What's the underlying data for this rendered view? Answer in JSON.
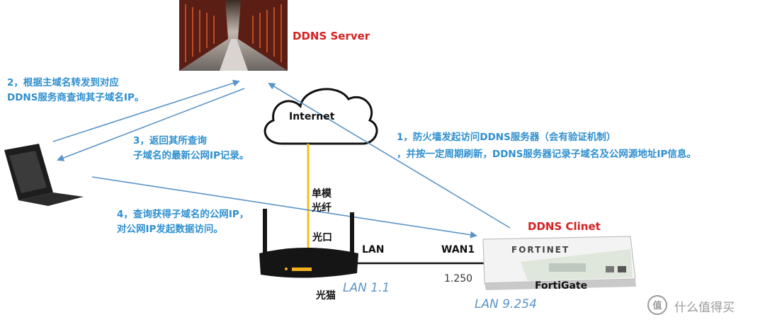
{
  "server": {
    "title": "DDNS Server"
  },
  "cloud": {
    "label": "Internet"
  },
  "client": {
    "title": "DDNS Clinet",
    "device": "FortiGate",
    "brand": "FORTINET"
  },
  "steps": {
    "step1_line1": "1，防火墙发起访问DDNS服务器（会有验证机制）",
    "step1_line2": "，并按一定周期刷新，DDNS服务器记录子域名及公网源地址IP信息。",
    "step2_line1": "2，根据主域名转发到对应",
    "step2_line2": "DDNS服务商查询其子域名IP。",
    "step3_line1": "3，返回其所查询",
    "step3_line2": "子域名的最新公网IP记录。",
    "step4_line1": "4，查询获得子域名的公网IP，",
    "step4_line2": "对公网IP发起数据访问。"
  },
  "fiber": {
    "line1": "单模",
    "line2": "光纤",
    "port": "光口"
  },
  "modem": {
    "label": "光猫",
    "lan_port": "LAN",
    "lan_ip": "LAN 1.1"
  },
  "fortigate": {
    "wan_port": "WAN1",
    "wan_ip": "1.250",
    "lan_ip": "LAN 9.254"
  },
  "watermark": {
    "text": "什么值得买"
  },
  "colors": {
    "arrow": "#5b94c9",
    "fiber": "#f0c020",
    "step_text": "#2f8fcf",
    "title_red": "#d62020"
  }
}
